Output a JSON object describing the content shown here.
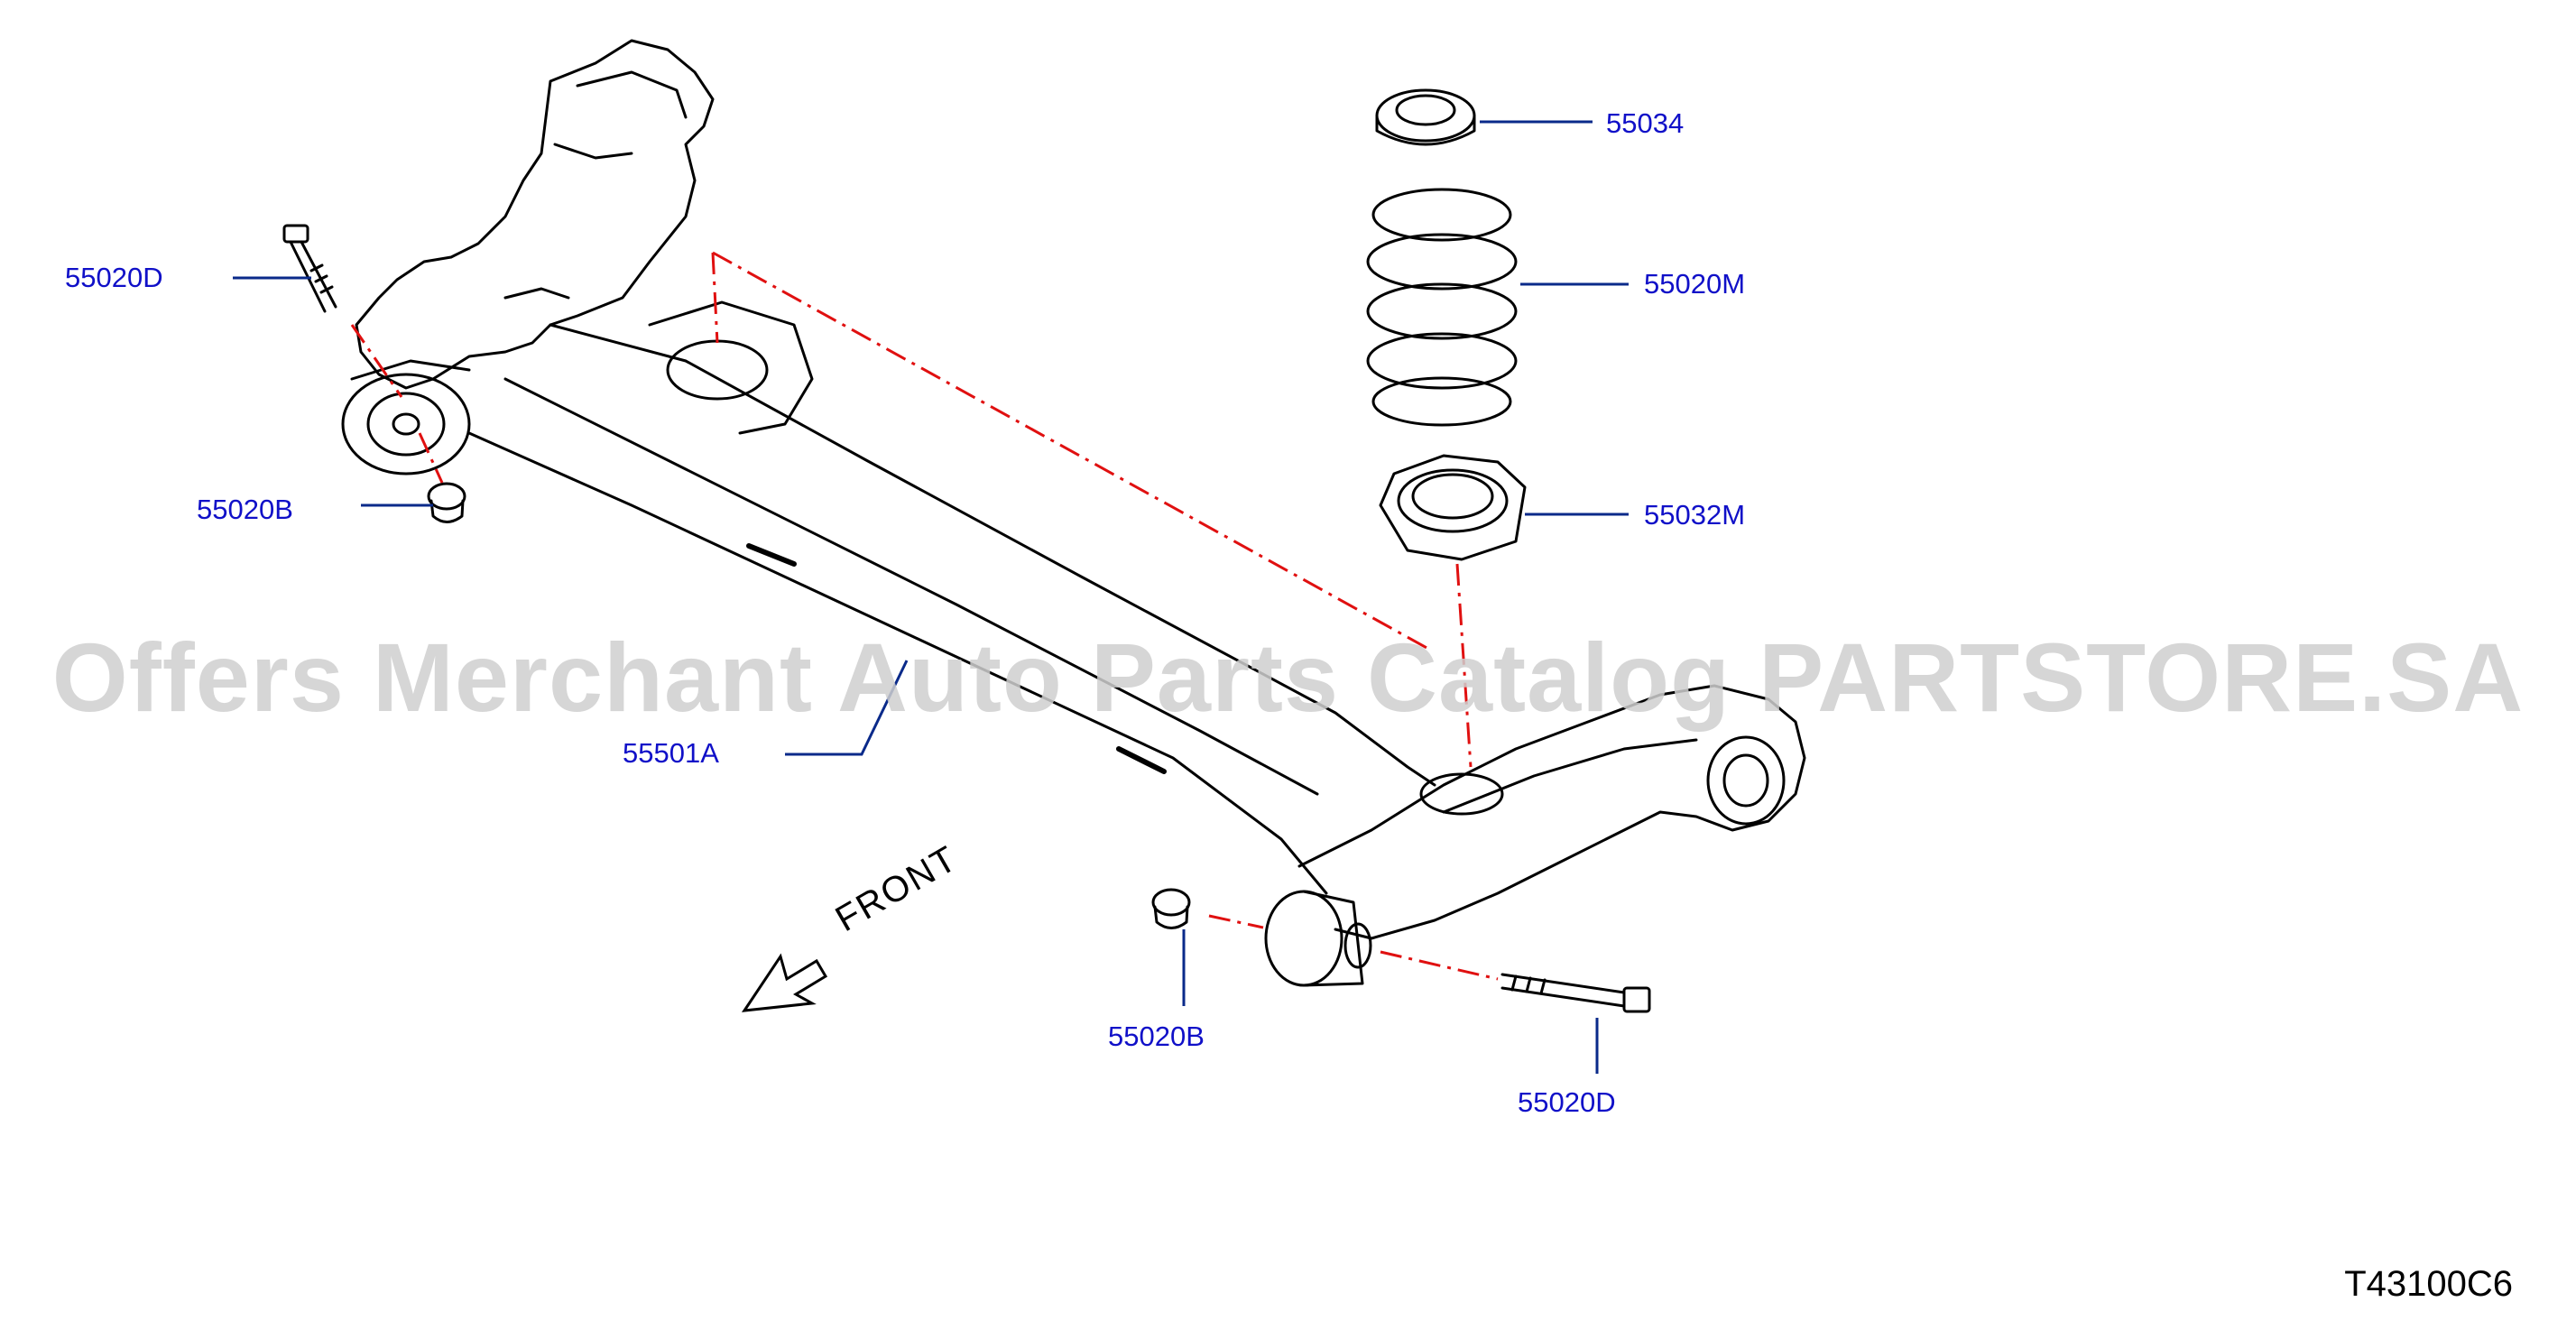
{
  "diagram": {
    "code": "T43100C6",
    "front_label": "FRONT",
    "watermark": "Offers Merchant Auto Parts Catalog PARTSTORE.SA",
    "line_color": "#000000",
    "callout_color": "#1010c8",
    "leader_color": "#0a2a8a",
    "dash_color": "#e01010"
  },
  "callouts": [
    {
      "id": "55034",
      "label": "55034"
    },
    {
      "id": "55020M",
      "label": "55020M"
    },
    {
      "id": "55032M",
      "label": "55032M"
    },
    {
      "id": "55020D_left",
      "label": "55020D"
    },
    {
      "id": "55020B_left",
      "label": "55020B"
    },
    {
      "id": "55501A",
      "label": "55501A"
    },
    {
      "id": "55020B_right",
      "label": "55020B"
    },
    {
      "id": "55020D_right",
      "label": "55020D"
    }
  ]
}
